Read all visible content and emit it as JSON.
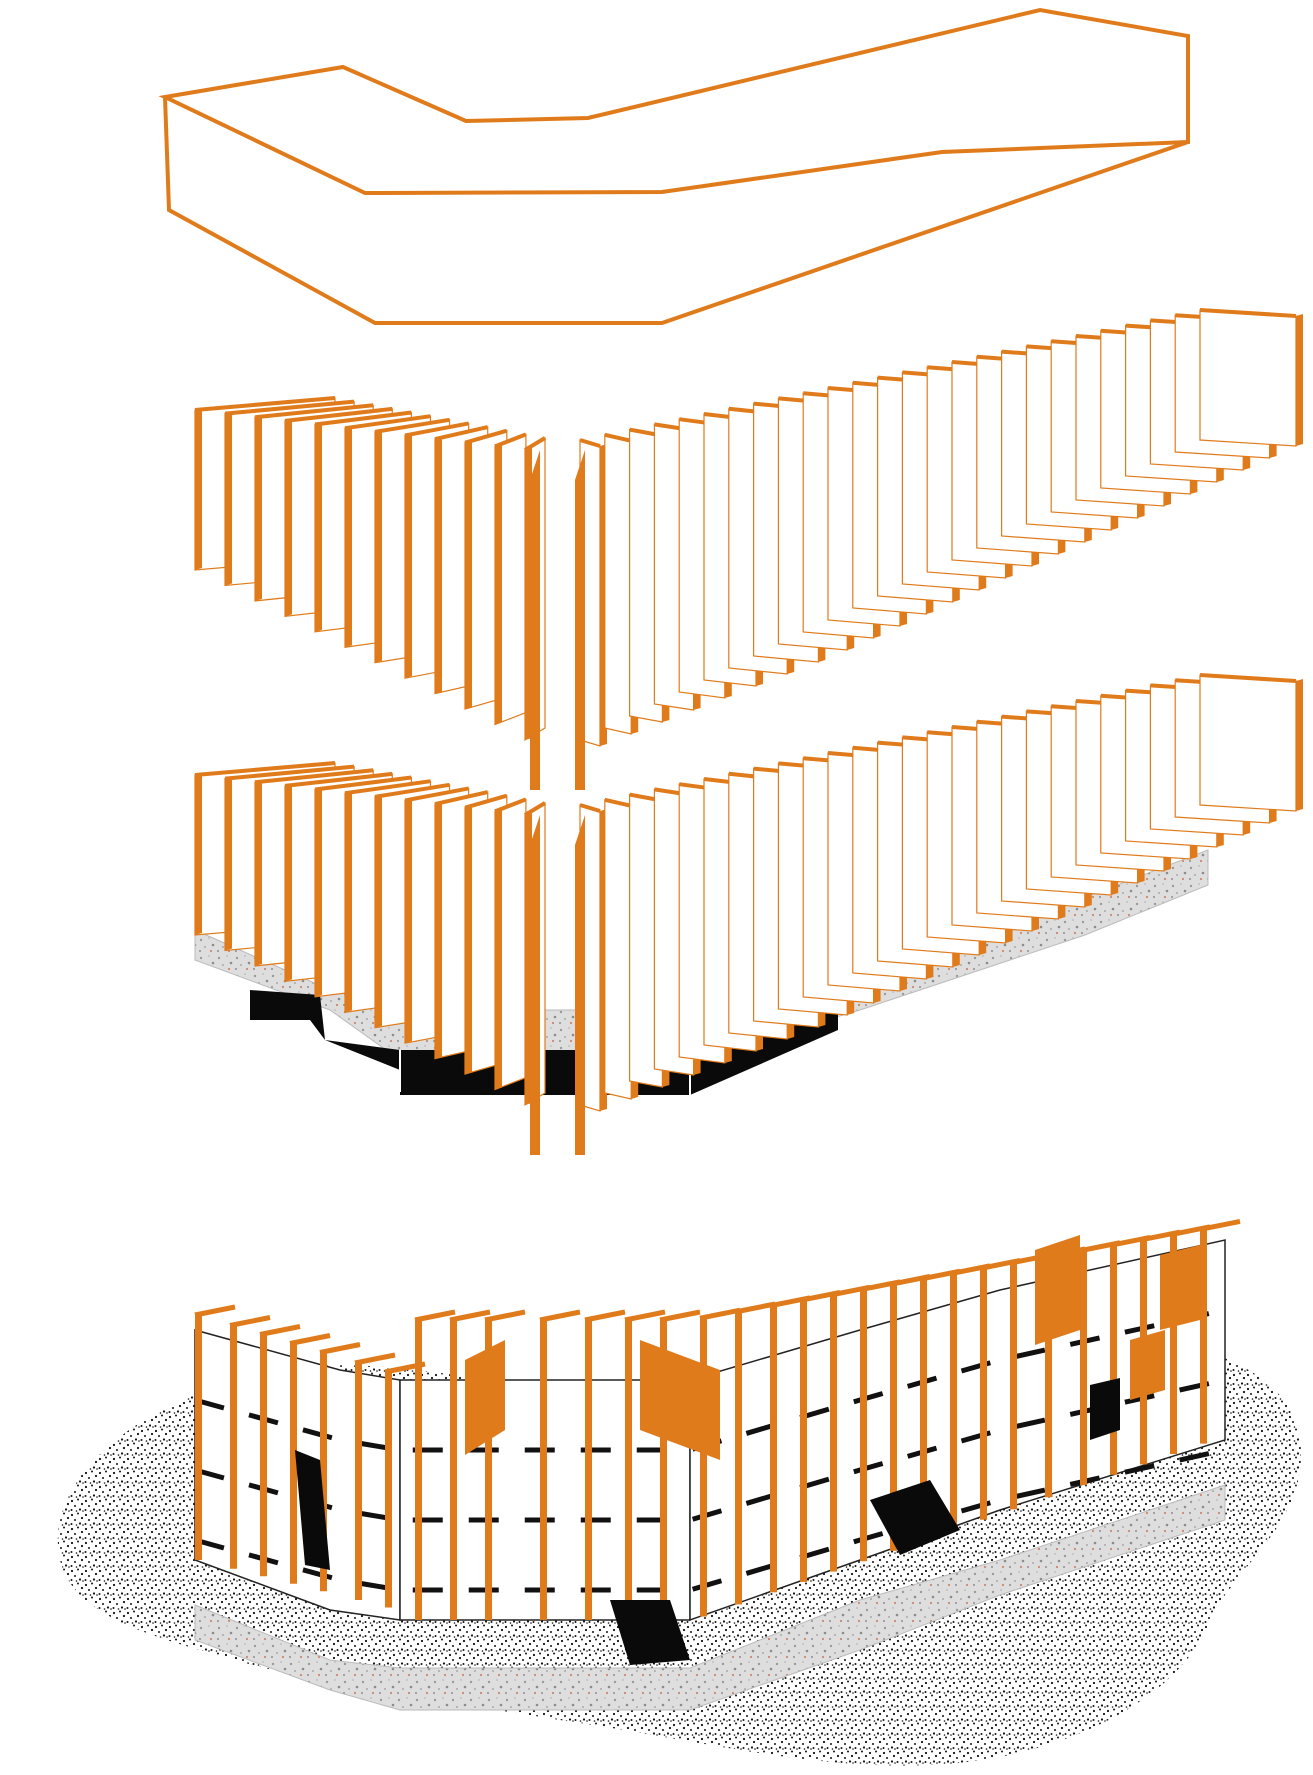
{
  "diagram": {
    "kind": "exploded axonometric architectural diagram",
    "stages": [
      {
        "id": "massing-outline",
        "fins": 0
      },
      {
        "id": "orange-fin-array",
        "fins": 38
      },
      {
        "id": "fins-on-plinth",
        "fins": 38
      },
      {
        "id": "assembled-building",
        "floors": 3
      }
    ]
  },
  "colors": {
    "accent_orange": "#e07b1c",
    "outline_orange": "#e07b1c",
    "plinth_black": "#0a0a0a",
    "terrazzo_grey": "#dcdcdc",
    "speckle_dark": "#1a1a1a",
    "paper_white": "#ffffff"
  }
}
